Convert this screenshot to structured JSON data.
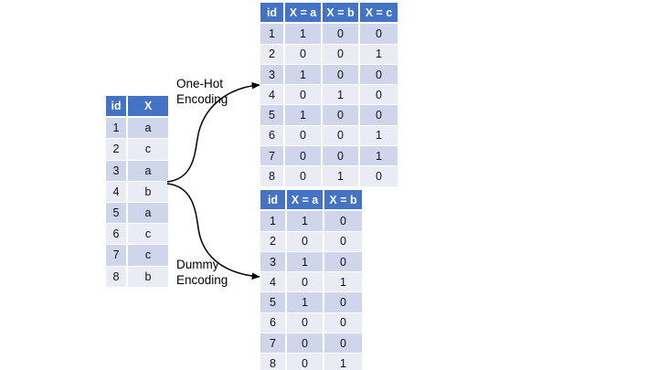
{
  "source_table": {
    "name": "source-categorical-table",
    "columns": [
      "id",
      "X"
    ],
    "rows": [
      [
        "1",
        "a"
      ],
      [
        "2",
        "c"
      ],
      [
        "3",
        "a"
      ],
      [
        "4",
        "b"
      ],
      [
        "5",
        "a"
      ],
      [
        "6",
        "c"
      ],
      [
        "7",
        "c"
      ],
      [
        "8",
        "b"
      ]
    ]
  },
  "onehot_table": {
    "name": "one-hot-encoded-table",
    "columns": [
      "id",
      "X = a",
      "X = b",
      "X = c"
    ],
    "rows": [
      [
        "1",
        "1",
        "0",
        "0"
      ],
      [
        "2",
        "0",
        "0",
        "1"
      ],
      [
        "3",
        "1",
        "0",
        "0"
      ],
      [
        "4",
        "0",
        "1",
        "0"
      ],
      [
        "5",
        "1",
        "0",
        "0"
      ],
      [
        "6",
        "0",
        "0",
        "1"
      ],
      [
        "7",
        "0",
        "0",
        "1"
      ],
      [
        "8",
        "0",
        "1",
        "0"
      ]
    ]
  },
  "dummy_table": {
    "name": "dummy-encoded-table",
    "columns": [
      "id",
      "X = a",
      "X = b"
    ],
    "rows": [
      [
        "1",
        "1",
        "0"
      ],
      [
        "2",
        "0",
        "0"
      ],
      [
        "3",
        "1",
        "0"
      ],
      [
        "4",
        "0",
        "1"
      ],
      [
        "5",
        "1",
        "0"
      ],
      [
        "6",
        "0",
        "0"
      ],
      [
        "7",
        "0",
        "0"
      ],
      [
        "8",
        "0",
        "1"
      ]
    ]
  },
  "labels": {
    "onehot": "One-Hot\nEncoding",
    "dummy": "Dummy\nEncoding"
  },
  "colors": {
    "header_blue": "#4472C4",
    "row_odd": "#CFD5EA",
    "row_even": "#E9ECF5",
    "arrow": "#000000",
    "background": "#FFFFFF",
    "text": "#111111",
    "header_text": "#FFFFFF"
  }
}
